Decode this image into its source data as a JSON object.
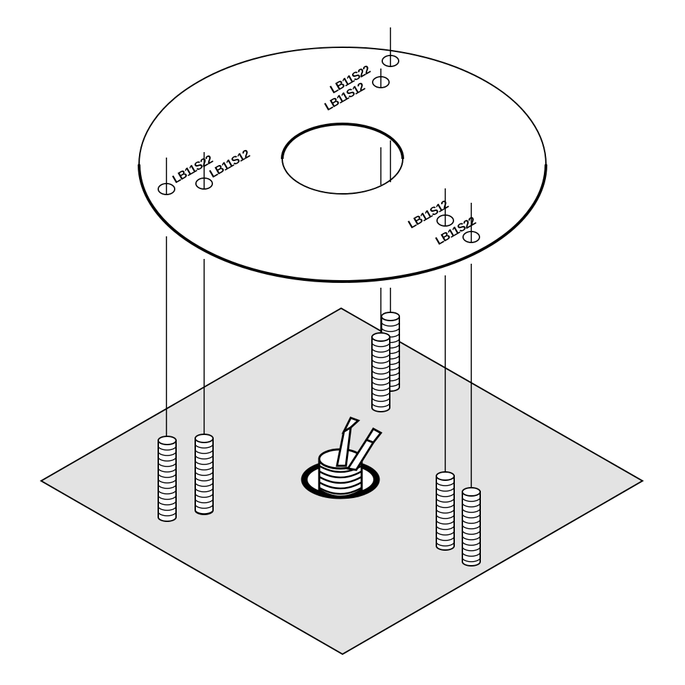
{
  "diagram": {
    "labels": {
      "top_outer": "LB11S22",
      "top_inner": "LB11S12",
      "left_outer": "LB11S22",
      "left_inner": "LB11S12",
      "right_inner": "LB11S12",
      "right_outer": "LB11S22"
    },
    "colors": {
      "plate": "#e3e3e3",
      "stroke": "#000000",
      "disc": "#ffffff"
    },
    "magnet_stack_count": 6
  }
}
